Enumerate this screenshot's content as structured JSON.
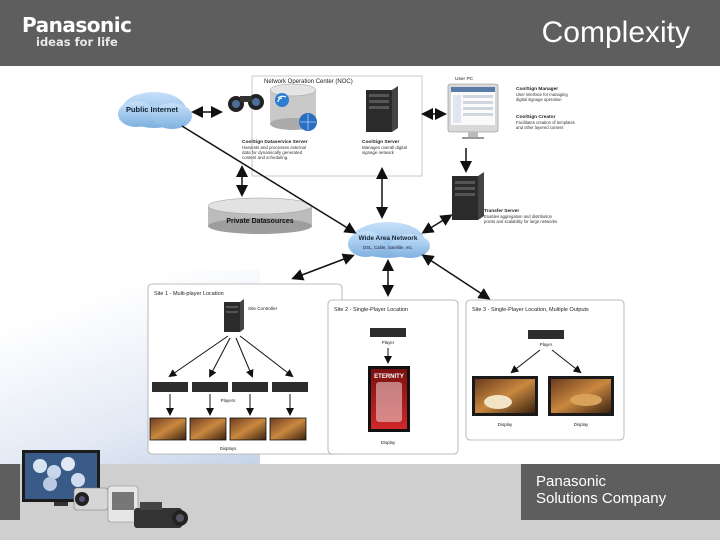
{
  "header": {
    "brand": "Panasonic",
    "tagline": "ideas for life",
    "title": "Complexity"
  },
  "diagram": {
    "public_internet": "Public Internet",
    "noc_title": "Network Operation Center (NOC)",
    "user_pc": "User PC",
    "coredge_manager": "CoolSign Manager",
    "coredge_manager_desc": [
      "User interface for managing",
      "digital signage operation"
    ],
    "coredge_creator": "CoolSign Creator",
    "coredge_creator_desc": [
      "Facilitates creation of templates",
      "and other layered content"
    ],
    "dataservice_server": "CoolSign Dataservice Server",
    "dataservice_desc": [
      "Harvests and processes external",
      "data for dynamically generated",
      "content and scheduling."
    ],
    "coredge_server": "CoolSign Server",
    "coredge_server_desc": [
      "Manages overall digital",
      "signage network"
    ],
    "transfer_server": "Transfer Server",
    "transfer_desc": [
      "Enables aggregation and distribution",
      "points and scalability for large networks"
    ],
    "private_datasources": "Private Datasources",
    "wan": "Wide Area Network",
    "wan_sub": "DSL, Cable, Satellite, etc.",
    "site1": "Site 1 - Multi-player Location",
    "site_controller": "Site Controller",
    "players": "Players",
    "displays": "Displays",
    "site2": "Site 2 - Single-Player Location",
    "player": "Player",
    "display": "Display",
    "site3": "Site 3 - Single-Player Location, Multiple Outputs",
    "site3_player": "Player",
    "site3_display_a": "Display",
    "site3_display_b": "Display",
    "sign_text": "ETERNITY"
  },
  "footer": {
    "company_line1": "Panasonic",
    "company_line2": "Solutions Company"
  },
  "colors": {
    "header_bg": "#5e5e5e",
    "footer_bg": "#cfcfcf",
    "cloud": "#8ab8e6",
    "server": "#2b2b2b"
  }
}
